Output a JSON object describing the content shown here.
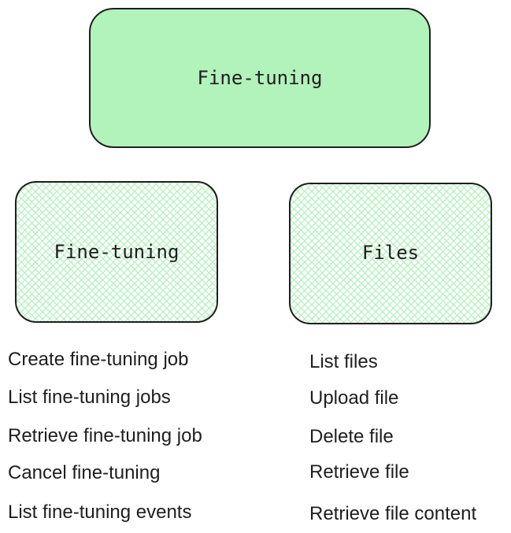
{
  "colors": {
    "top_fill": "#b2f2bb",
    "hatch": "#b2f2bb",
    "stroke": "#1e1e1e",
    "text": "#1e1e1e"
  },
  "nodes": {
    "top": {
      "label": "Fine-tuning"
    },
    "left": {
      "label": "Fine-tuning"
    },
    "right": {
      "label": "Files"
    }
  },
  "lists": {
    "fine_tuning": [
      "Create fine-tuning job",
      "List fine-tuning jobs",
      "Retrieve fine-tuning job",
      "Cancel fine-tuning",
      "List fine-tuning events"
    ],
    "files": [
      "List files",
      "Upload file",
      "Delete file",
      "Retrieve file",
      "Retrieve file content"
    ]
  }
}
